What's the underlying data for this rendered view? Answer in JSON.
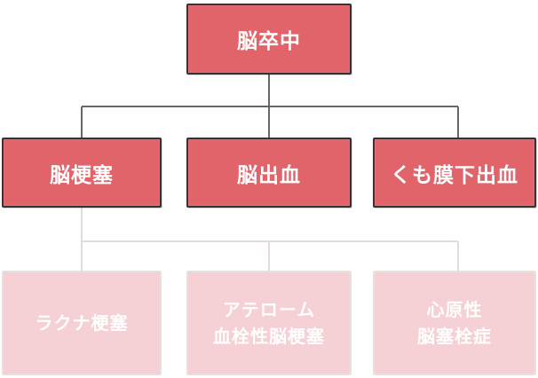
{
  "colors": {
    "main_fill": "#e1646b",
    "main_border": "#3a3033",
    "sub_fill": "#f5d0d4",
    "connector_dark": "#6b6566",
    "connector_light": "#e2dcdd"
  },
  "root": {
    "label": "脳卒中"
  },
  "level1": [
    {
      "label": "脳梗塞"
    },
    {
      "label": "脳出血"
    },
    {
      "label": "くも膜下出血"
    }
  ],
  "level2": [
    {
      "lines": [
        "ラクナ梗塞"
      ]
    },
    {
      "lines": [
        "アテローム",
        "血栓性脳梗塞"
      ]
    },
    {
      "lines": [
        "心原性",
        "脳塞栓症"
      ]
    }
  ]
}
